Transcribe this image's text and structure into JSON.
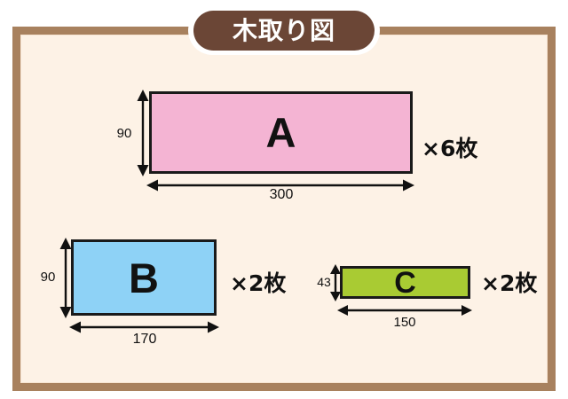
{
  "title": {
    "text": "木取り図"
  },
  "theme": {
    "page_background": "#ffffff",
    "frame_border": "#a8815e",
    "panel_background": "#fdf2e6",
    "title_pill_background": "#6b4636",
    "title_pill_text": "#ffffff",
    "outline": "#1a1a1a"
  },
  "pieces": [
    {
      "letter": "A",
      "fill": "#f4b4d3",
      "height_label": "90",
      "width_label": "300",
      "count_label": "×6枚"
    },
    {
      "letter": "B",
      "fill": "#8ed2f6",
      "height_label": "90",
      "width_label": "170",
      "count_label": "×2枚"
    },
    {
      "letter": "C",
      "fill": "#a9cb33",
      "height_label": "43",
      "width_label": "150",
      "count_label": "×2枚"
    }
  ]
}
